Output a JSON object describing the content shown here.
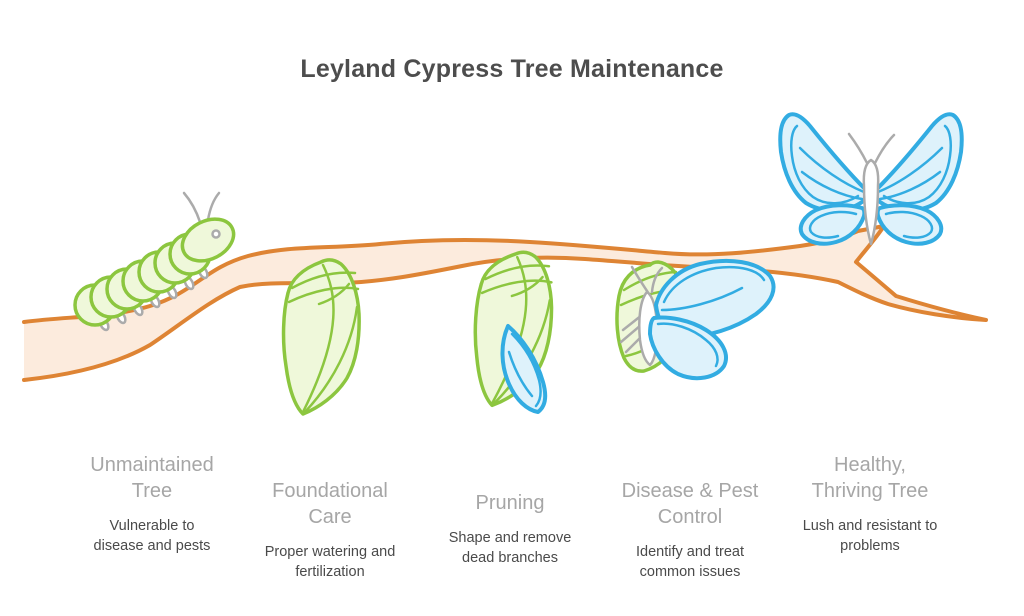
{
  "title": "Leyland Cypress Tree Maintenance",
  "stages": [
    {
      "icon": "caterpillar-icon",
      "title": "Unmaintained\nTree",
      "description": "Vulnerable to\ndisease and pests"
    },
    {
      "icon": "chrysalis-icon",
      "title": "Foundational\nCare",
      "description": "Proper watering and\nfertilization"
    },
    {
      "icon": "chrysalis-wing-emerging-icon",
      "title": "Pruning",
      "description": "Shape and remove\ndead branches"
    },
    {
      "icon": "emerging-butterfly-icon",
      "title": "Disease & Pest\nControl",
      "description": "Identify and treat\ncommon issues"
    },
    {
      "icon": "butterfly-icon",
      "title": "Healthy,\nThriving Tree",
      "description": "Lush and resistant to\nproblems"
    }
  ],
  "colors": {
    "title_text": "#4d4d4d",
    "stage_title_text": "#a6a6a6",
    "stage_description_text": "#4a4a4a",
    "branch_stroke": "#de8434",
    "branch_fill": "#fcebdd",
    "green_stroke": "#8cc63f",
    "green_fill": "#eff8da",
    "blue_stroke": "#32ace2",
    "blue_fill": "#def2fb",
    "gray_detail": "#ababab",
    "background": "#ffffff"
  }
}
